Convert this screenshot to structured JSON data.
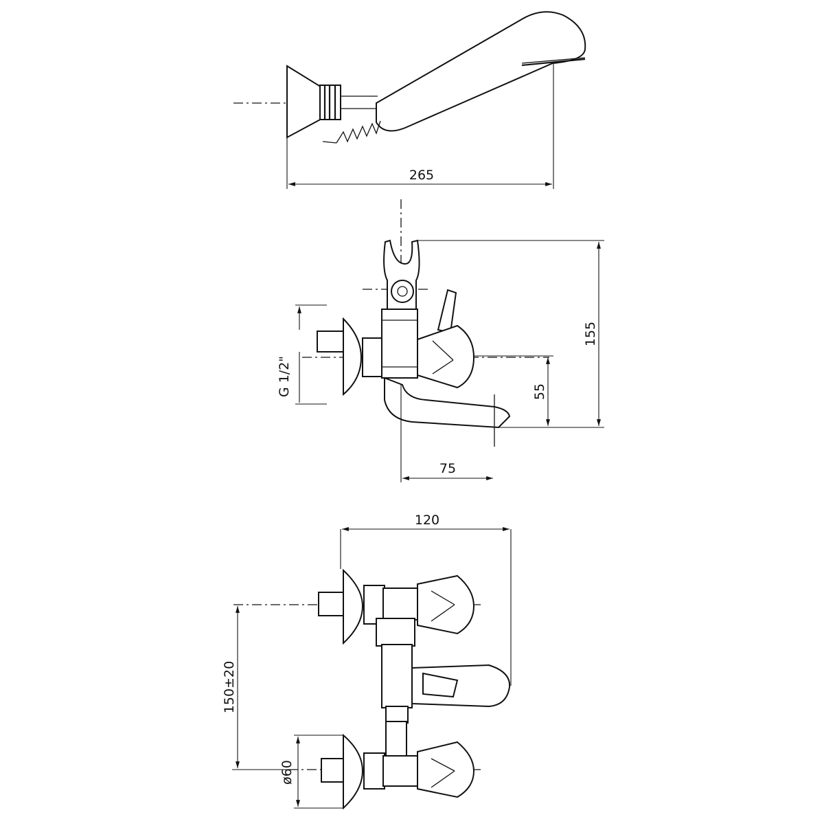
{
  "dimensions": {
    "top_width": "265",
    "side_height": "155",
    "spout_height": "55",
    "spout_reach": "75",
    "thread": "G 1/2\"",
    "front_width": "120",
    "centers": "150±20",
    "flange_diameter": "ø60"
  }
}
